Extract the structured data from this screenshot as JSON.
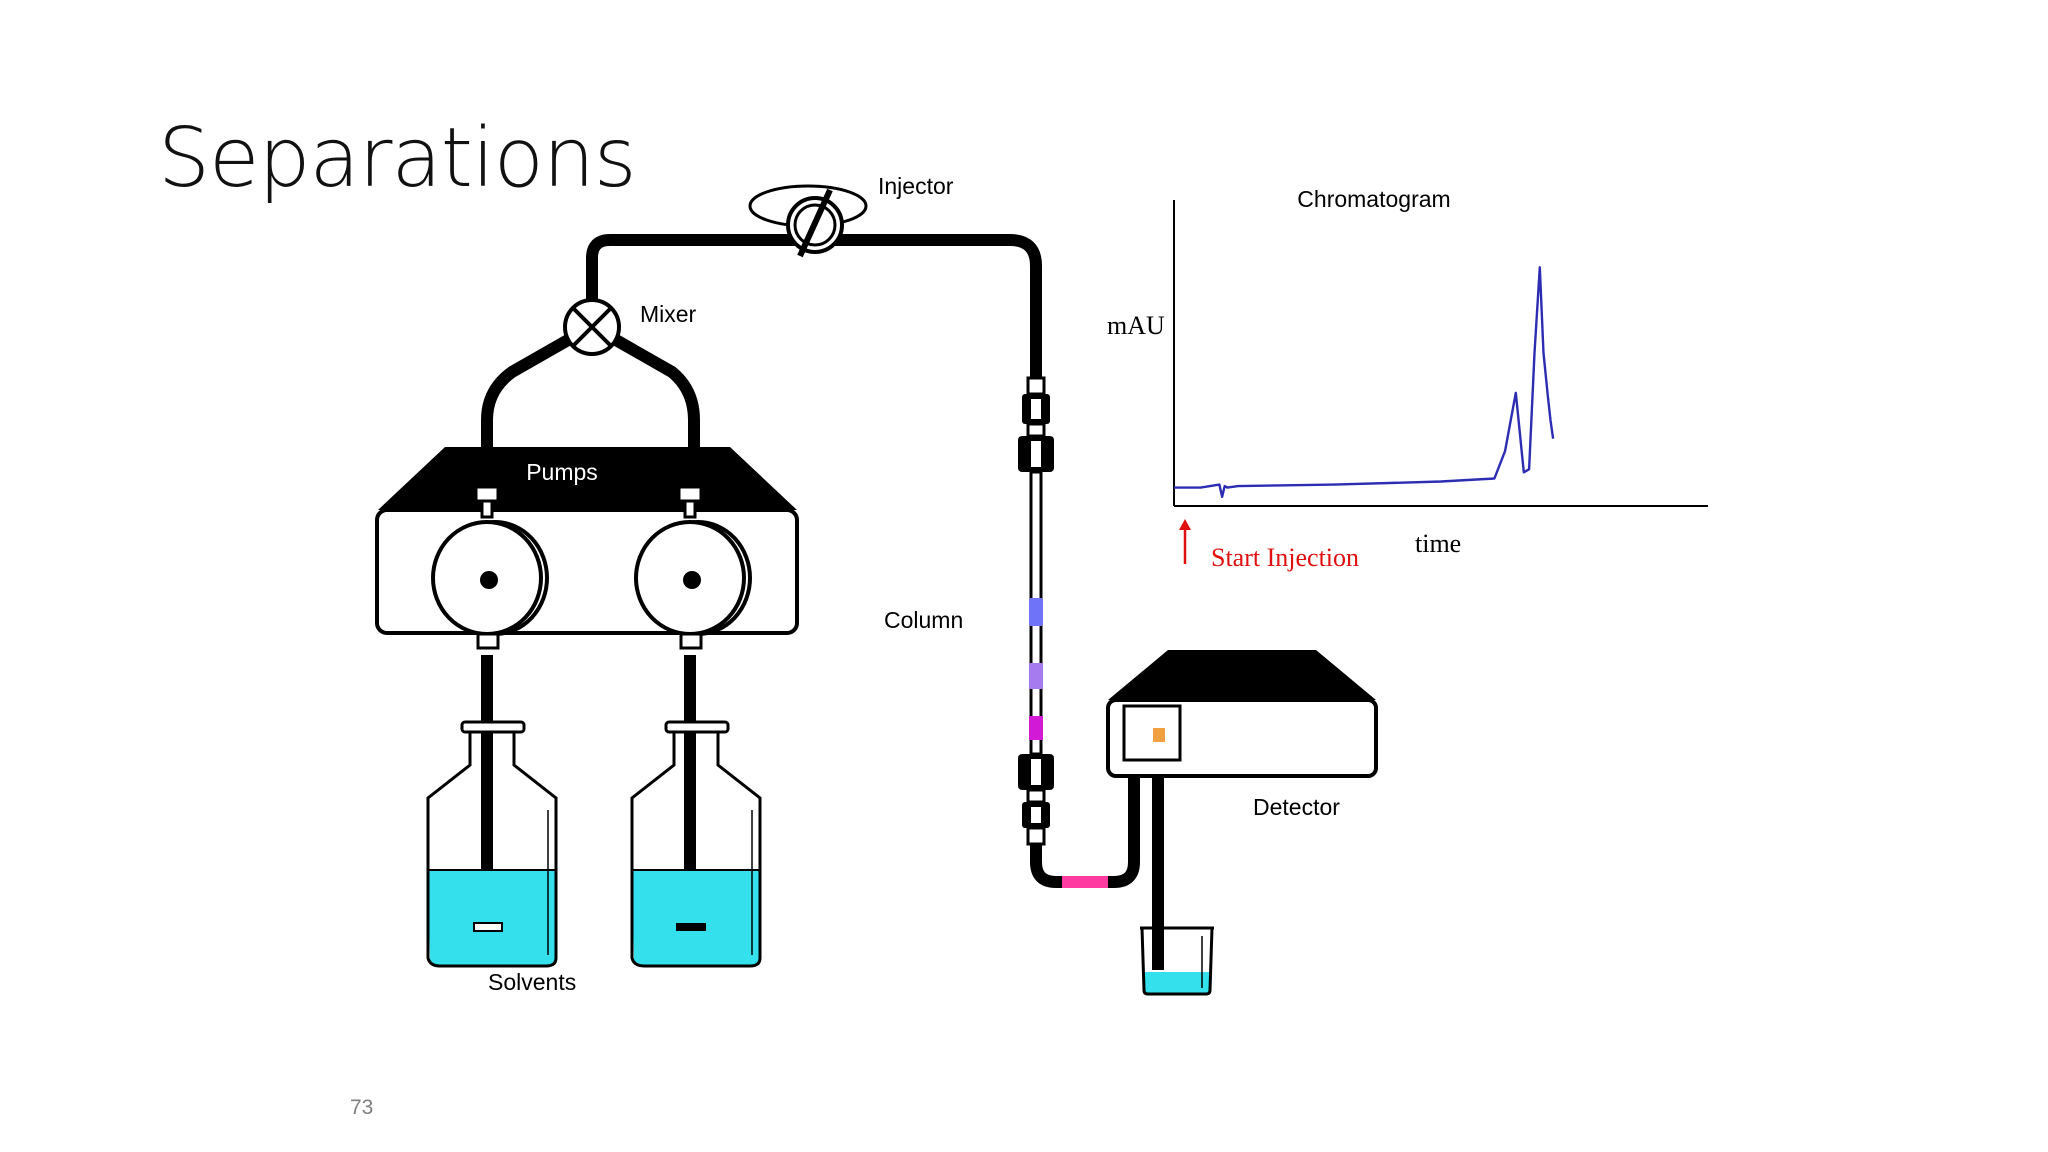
{
  "slide": {
    "title": "Separations",
    "page_number": "73"
  },
  "labels": {
    "injector": "Injector",
    "mixer": "Mixer",
    "pumps": "Pumps",
    "column": "Column",
    "detector": "Detector",
    "solvents": "Solvents"
  },
  "chromatogram": {
    "title": "Chromatogram",
    "y_label": "mAU",
    "x_label": "time",
    "start_label": "Start Injection"
  },
  "colors": {
    "solvent": "#33e0ec",
    "band_1": "#6f73f8",
    "band_2": "#a77bf0",
    "band_3": "#d21ad6",
    "band_outlet": "#ff3aa0",
    "detector_cell": "#f0a040",
    "trace": "#2d2db4",
    "start_marker": "#e01010"
  },
  "chart_data": {
    "type": "line",
    "title": "Chromatogram",
    "xlabel": "time",
    "ylabel": "mAU",
    "annotations": [
      "Start Injection"
    ],
    "grid": false,
    "legend": "none",
    "series": [
      {
        "x": [
          0.0,
          0.05,
          0.085,
          0.09,
          0.095,
          0.1,
          0.12,
          0.3,
          0.5,
          0.6,
          0.62,
          0.64,
          0.655,
          0.665,
          0.675,
          0.685,
          0.692,
          0.7,
          0.705,
          0.71
        ],
        "y": [
          0.06,
          0.06,
          0.07,
          0.03,
          0.065,
          0.06,
          0.065,
          0.07,
          0.08,
          0.09,
          0.18,
          0.37,
          0.11,
          0.12,
          0.5,
          0.78,
          0.5,
          0.36,
          0.28,
          0.22
        ]
      }
    ],
    "xlim": [
      0,
      1
    ],
    "ylim": [
      0,
      1
    ]
  }
}
